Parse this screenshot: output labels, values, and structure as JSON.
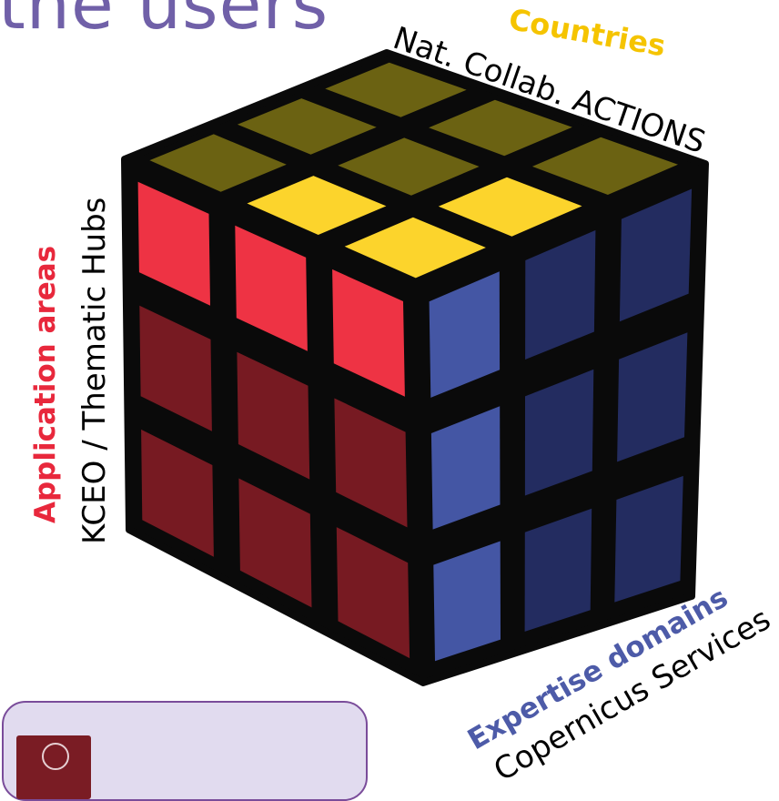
{
  "page": {
    "title": "the users"
  },
  "labels": {
    "countries": "Countries",
    "national_collaboration": "Nat. Collab. ACTIONS",
    "application_areas": "Application areas",
    "kceo_thematic_hubs": "KCEO / Thematic Hubs",
    "expertise_domains": "Expertise domains",
    "copernicus_services": "Copernicus Services"
  },
  "colors": {
    "title": "#7060a8",
    "countries": "#f5c400",
    "application_areas": "#e8283c",
    "expertise_domains": "#4d5ba8",
    "top_olive": "#6b6212",
    "top_yellow": "#fcd42c",
    "front_bright_red": "#ee3344",
    "front_dark_red": "#771a22",
    "right_bright_blue": "#4456a4",
    "right_dark_blue": "#232c60",
    "callout_fill": "#e1dbef",
    "callout_border": "#7a4c9a"
  },
  "cube": {
    "top_face_colors": [
      [
        "olive",
        "olive",
        "olive"
      ],
      [
        "olive",
        "olive",
        "yellow"
      ],
      [
        "olive",
        "yellow",
        "yellow"
      ]
    ],
    "front_face_colors": [
      [
        "bright_red",
        "bright_red",
        "bright_red"
      ],
      [
        "dark_red",
        "dark_red",
        "dark_red"
      ],
      [
        "dark_red",
        "dark_red",
        "dark_red"
      ]
    ],
    "right_face_colors": [
      [
        "bright_blue",
        "dark_blue",
        "dark_blue"
      ],
      [
        "bright_blue",
        "dark_blue",
        "dark_blue"
      ],
      [
        "bright_blue",
        "dark_blue",
        "dark_blue"
      ]
    ]
  }
}
